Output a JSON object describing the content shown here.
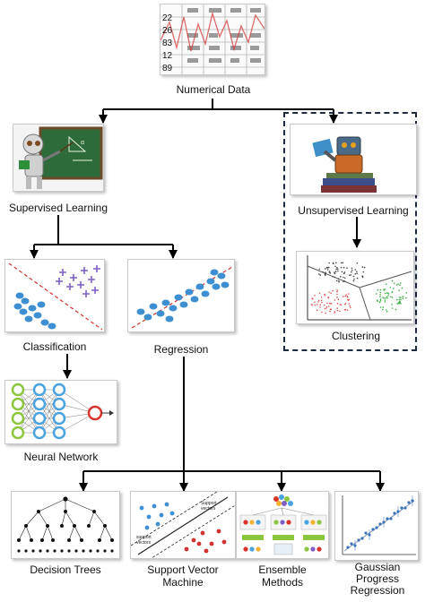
{
  "nodes": {
    "numerical_data": "Numerical Data",
    "supervised": "Supervised Learning",
    "unsupervised": "Unsupervised Learning",
    "clustering": "Clustering",
    "classification": "Classification",
    "regression": "Regression",
    "neural_network": "Neural Network",
    "decision_trees": "Decision Trees",
    "svm_line1": "Support Vector",
    "svm_line2": "Machine",
    "ensemble_line1": "Ensemble",
    "ensemble_line2": "Methods",
    "gpr_line1": "Gaussian",
    "gpr_line2": "Progress",
    "gpr_line3": "Regression"
  },
  "spreadsheet": {
    "rows": [
      "22",
      "26",
      "83",
      "12",
      "89"
    ]
  },
  "colors": {
    "connector": "#000000",
    "scatter_blue": "#3d8fd1",
    "scatter_purple": "#7d5fc6",
    "boundary_red": "#d0322f",
    "nn_green": "#8cc63f",
    "nn_blue": "#4aa3df",
    "nn_red": "#d9342b",
    "chalkboard": "#2e6b3a",
    "dashed_box": "#1c2a44"
  }
}
